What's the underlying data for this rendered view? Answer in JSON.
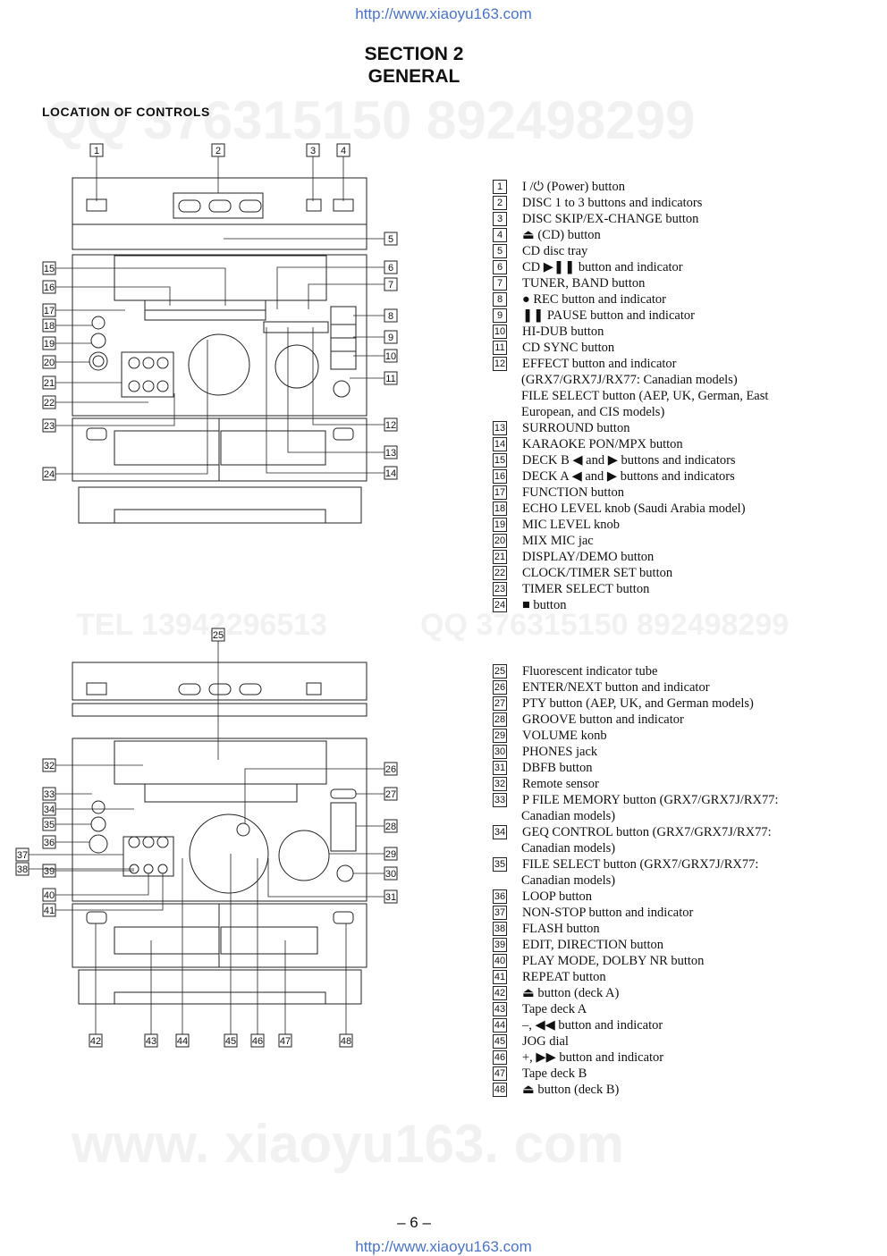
{
  "header": {
    "url": "http://www.xiaoyu163.com",
    "section": "SECTION  2",
    "section_title": "GENERAL",
    "subhead": "LOCATION  OF  CONTROLS"
  },
  "footer": {
    "page": "– 6 –",
    "url": "http://www.xiaoyu163.com"
  },
  "watermarks": {
    "qq": "QQ 376315150   892498299",
    "tel": "TEL 13942296513",
    "qq2": "QQ 376315150  892498299",
    "site": "www. xiaoyu163. com"
  },
  "controls_front": [
    {
      "n": "1",
      "label": "I /⏻ (Power) button"
    },
    {
      "n": "2",
      "label": "DISC 1 to 3 buttons and indicators"
    },
    {
      "n": "3",
      "label": "DISC SKIP/EX-CHANGE button"
    },
    {
      "n": "4",
      "label": "⏏ (CD) button"
    },
    {
      "n": "5",
      "label": "CD disc tray"
    },
    {
      "n": "6",
      "label": "CD ▶❚❚ button and indicator"
    },
    {
      "n": "7",
      "label": "TUNER, BAND button"
    },
    {
      "n": "8",
      "label": "● REC button and indicator"
    },
    {
      "n": "9",
      "label": "❚❚ PAUSE button and indicator"
    },
    {
      "n": "10",
      "label": "HI-DUB button"
    },
    {
      "n": "11",
      "label": "CD SYNC button"
    },
    {
      "n": "12",
      "label": "EFFECT button and indicator",
      "extra": [
        "(GRX7/GRX7J/RX77: Canadian models)",
        "FILE SELECT button (AEP, UK, German, East",
        "European, and CIS models)"
      ]
    },
    {
      "n": "13",
      "label": "SURROUND button"
    },
    {
      "n": "14",
      "label": "KARAOKE PON/MPX button"
    },
    {
      "n": "15",
      "label": "DECK B ◀ and ▶ buttons and indicators"
    },
    {
      "n": "16",
      "label": "DECK A ◀ and ▶ buttons and indicators"
    },
    {
      "n": "17",
      "label": "FUNCTION button"
    },
    {
      "n": "18",
      "label": "ECHO LEVEL knob (Saudi Arabia model)"
    },
    {
      "n": "19",
      "label": "MIC LEVEL knob"
    },
    {
      "n": "20",
      "label": "MIX MIC jac"
    },
    {
      "n": "21",
      "label": "DISPLAY/DEMO button"
    },
    {
      "n": "22",
      "label": "CLOCK/TIMER SET button"
    },
    {
      "n": "23",
      "label": "TIMER SELECT button"
    },
    {
      "n": "24",
      "label": "■ button"
    }
  ],
  "controls_panel": [
    {
      "n": "25",
      "label": "Fluorescent indicator tube"
    },
    {
      "n": "26",
      "label": "ENTER/NEXT button and indicator"
    },
    {
      "n": "27",
      "label": "PTY button  (AEP, UK, and German models)"
    },
    {
      "n": "28",
      "label": "GROOVE button and indicator"
    },
    {
      "n": "29",
      "label": "VOLUME konb"
    },
    {
      "n": "30",
      "label": "PHONES jack"
    },
    {
      "n": "31",
      "label": "DBFB button"
    },
    {
      "n": "32",
      "label": "Remote sensor"
    },
    {
      "n": "33",
      "label": "P FILE MEMORY button (GRX7/GRX7J/RX77:",
      "extra": [
        "Canadian models)"
      ]
    },
    {
      "n": "34",
      "label": "GEQ CONTROL button (GRX7/GRX7J/RX77:",
      "extra": [
        "Canadian models)"
      ]
    },
    {
      "n": "35",
      "label": "FILE SELECT button (GRX7/GRX7J/RX77:",
      "extra": [
        "Canadian models)"
      ]
    },
    {
      "n": "36",
      "label": "LOOP button"
    },
    {
      "n": "37",
      "label": "NON-STOP button and indicator"
    },
    {
      "n": "38",
      "label": "FLASH button"
    },
    {
      "n": "39",
      "label": "EDIT, DIRECTION button"
    },
    {
      "n": "40",
      "label": "PLAY MODE, DOLBY NR button"
    },
    {
      "n": "41",
      "label": "REPEAT button"
    },
    {
      "n": "42",
      "label": "⏏ button (deck A)"
    },
    {
      "n": "43",
      "label": "Tape deck A"
    },
    {
      "n": "44",
      "label": "–, ◀◀ button and indicator"
    },
    {
      "n": "45",
      "label": "JOG dial"
    },
    {
      "n": "46",
      "label": "+, ▶▶ button and indicator"
    },
    {
      "n": "47",
      "label": "Tape deck B"
    },
    {
      "n": "48",
      "label": "⏏ button (deck B)"
    }
  ],
  "diagram_callouts": {
    "top": [
      "1",
      "2",
      "3",
      "4",
      "5",
      "6",
      "7",
      "8",
      "9",
      "10",
      "11",
      "12",
      "13",
      "14",
      "15",
      "16",
      "17",
      "18",
      "19",
      "20",
      "21",
      "22",
      "23",
      "24"
    ],
    "bottom": [
      "25",
      "26",
      "27",
      "28",
      "29",
      "30",
      "31",
      "32",
      "33",
      "34",
      "35",
      "36",
      "37",
      "38",
      "39",
      "40",
      "41",
      "42",
      "43",
      "44",
      "45",
      "46",
      "47",
      "48"
    ]
  }
}
